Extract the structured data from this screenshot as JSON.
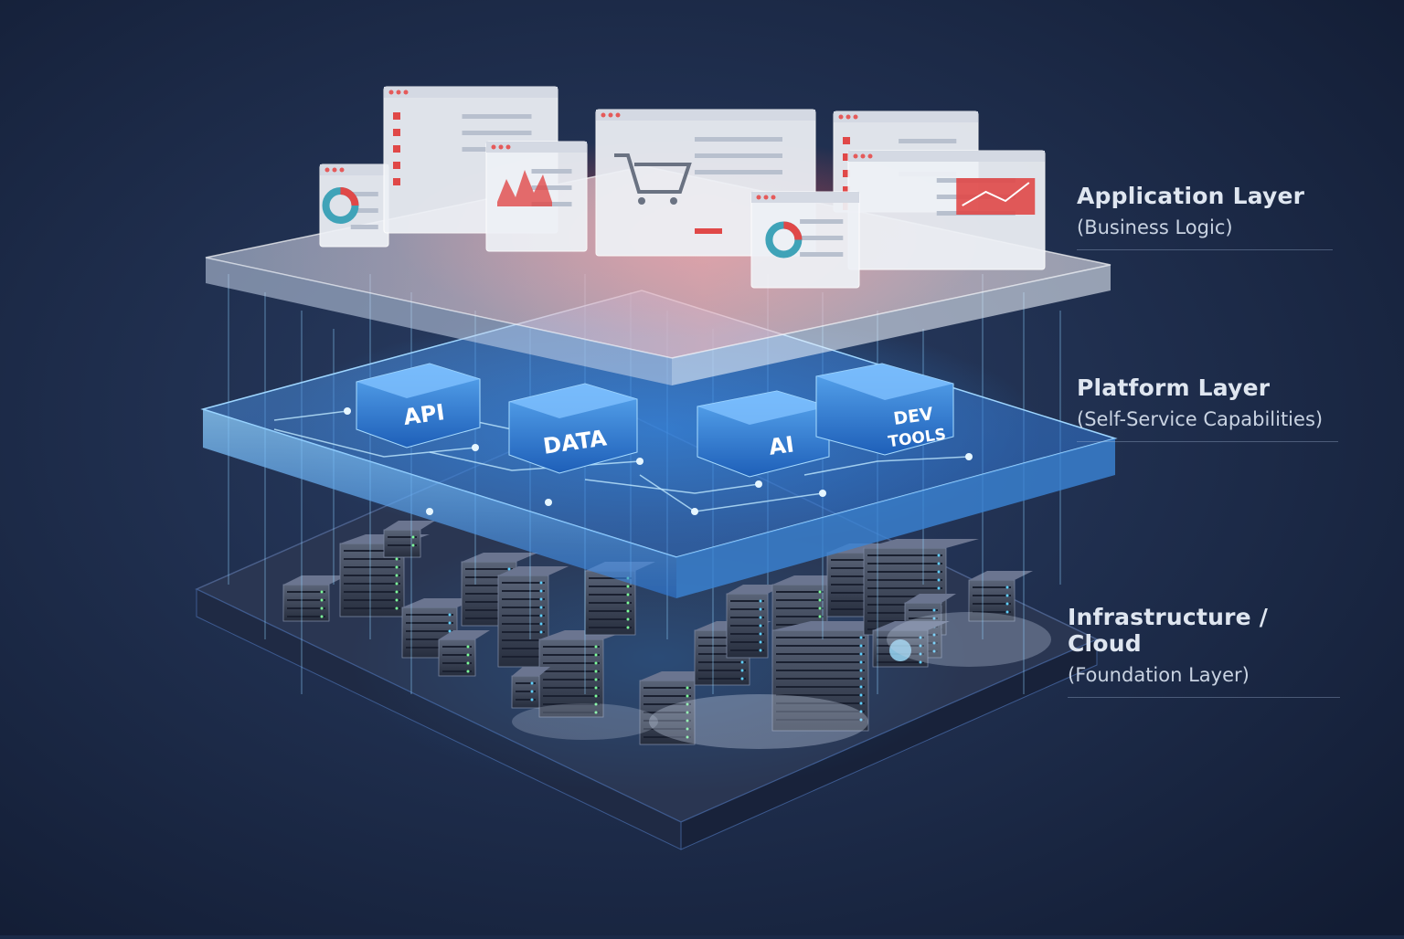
{
  "layers": [
    {
      "title": "Application Layer",
      "subtitle": "(Business Logic)"
    },
    {
      "title": "Platform Layer",
      "subtitle": "(Self-Service Capabilities)"
    },
    {
      "title": "Infrastructure / Cloud",
      "subtitle": "(Foundation Layer)"
    }
  ],
  "platform_modules": [
    {
      "line1": "API"
    },
    {
      "line1": "DATA"
    },
    {
      "line1": "AI"
    },
    {
      "line1": "DEV",
      "line2": "TOOLS"
    }
  ],
  "colors": {
    "background": "#1b2a48",
    "application_glow": "#ff5a5a",
    "platform_glow": "#3aa0ff",
    "infrastructure": "#2a3a5c"
  }
}
